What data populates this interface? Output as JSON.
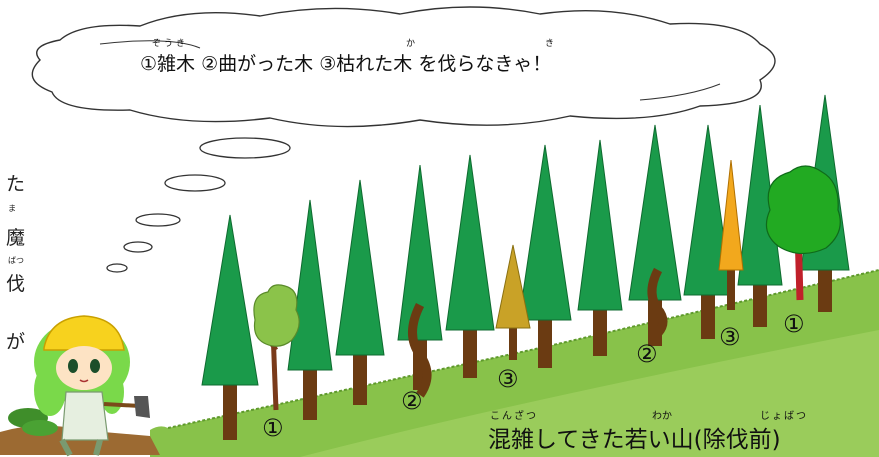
{
  "thought_bubble": {
    "items": [
      {
        "number": "①",
        "word": "雑木",
        "ruby": "ぞうき"
      },
      {
        "number": "②",
        "word": "曲がった木",
        "ruby": ""
      },
      {
        "number": "③",
        "word": "枯れた木",
        "ruby": "か"
      }
    ],
    "phrase_prefix": "を",
    "phrase_kanji": "伐",
    "phrase_kanji_ruby": "き",
    "phrase_suffix": "らなきゃ！"
  },
  "cropped_side_text": {
    "chars": [
      "た",
      "魔",
      "伐",
      "が"
    ],
    "rubies": [
      "ま",
      "ばつ"
    ]
  },
  "tree_labels": {
    "zatsuboku": "①",
    "magatta": "②",
    "kareta": "③"
  },
  "caption": {
    "segments": [
      {
        "text": "混雑",
        "ruby": "こんざつ"
      },
      {
        "text": "してきた",
        "ruby": ""
      },
      {
        "text": "若",
        "ruby": "わか"
      },
      {
        "text": "い山(",
        "ruby": ""
      },
      {
        "text": "除伐",
        "ruby": "じょばつ"
      },
      {
        "text": "前)",
        "ruby": ""
      }
    ]
  },
  "colors": {
    "conifer": "#1a9a4a",
    "trunk": "#6b3b12",
    "grass": "#88c24a",
    "grass_light": "#a9d66a",
    "broadleaf": "#8bc34a",
    "broadleaf_red_trunk": "#c0202a",
    "dead_tree_orange": "#f2a81d",
    "dead_tree_olive": "#c9a227",
    "helmet": "#f7d21e",
    "character_hair": "#7ad94a"
  }
}
